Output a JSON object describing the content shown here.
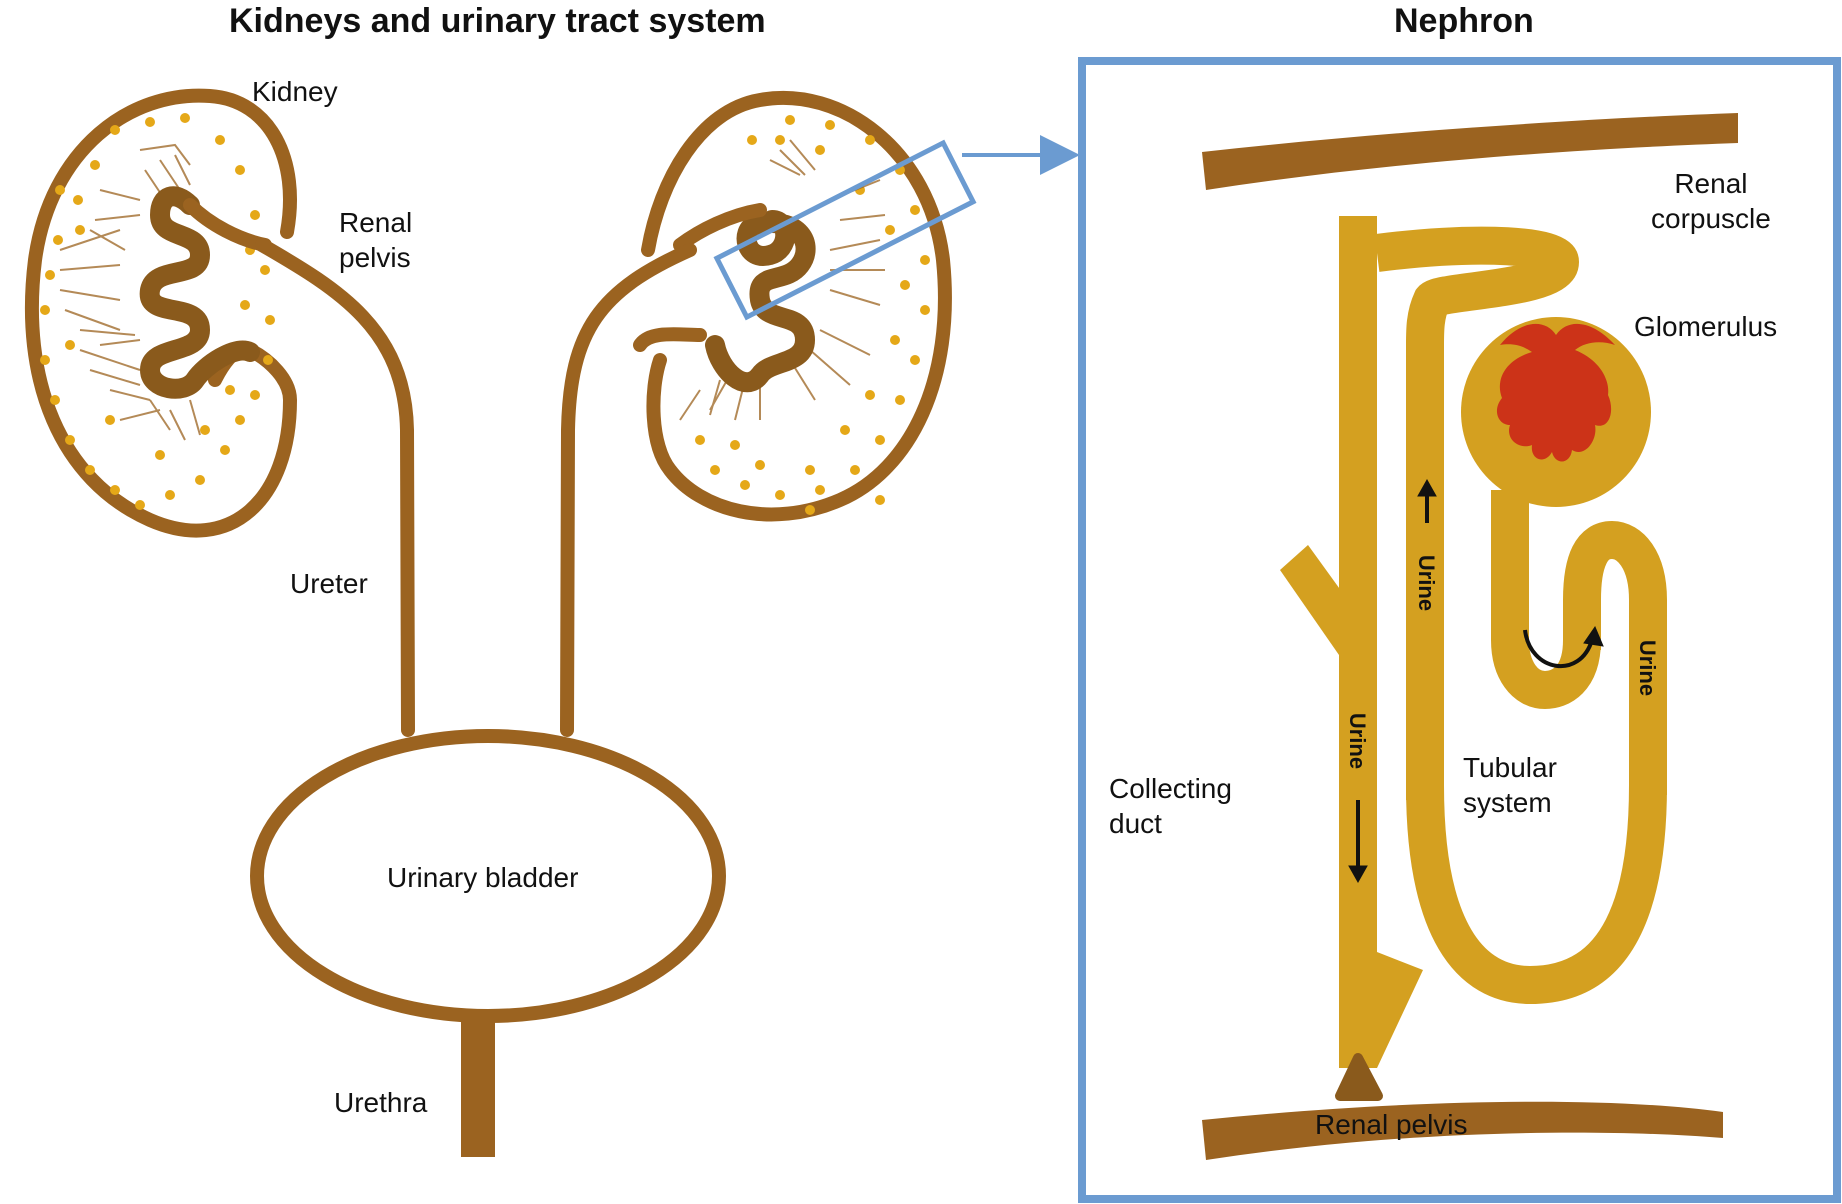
{
  "titles": {
    "left": "Kidneys and urinary tract system",
    "right": "Nephron"
  },
  "labels": {
    "kidney": "Kidney",
    "renal_pelvis": [
      "Renal",
      "pelvis"
    ],
    "ureter": "Ureter",
    "urinary_bladder": "Urinary bladder",
    "urethra": "Urethra",
    "renal_corpuscle": [
      "Renal",
      "corpuscle"
    ],
    "glomerulus": "Glomerulus",
    "collecting_duct": [
      "Collecting",
      "duct"
    ],
    "tubular_system": [
      "Tubular",
      "system"
    ],
    "renal_pelvis_nephron": "Renal pelvis",
    "urine": "Urine"
  },
  "colors": {
    "organ_brown": "#9b6320",
    "tubule_gold": "#d4a020",
    "dot_gold": "#e5a818",
    "glomerulus_red": "#cc3318",
    "frame_blue": "#6b9bd1",
    "arrow_black": "#111111"
  }
}
